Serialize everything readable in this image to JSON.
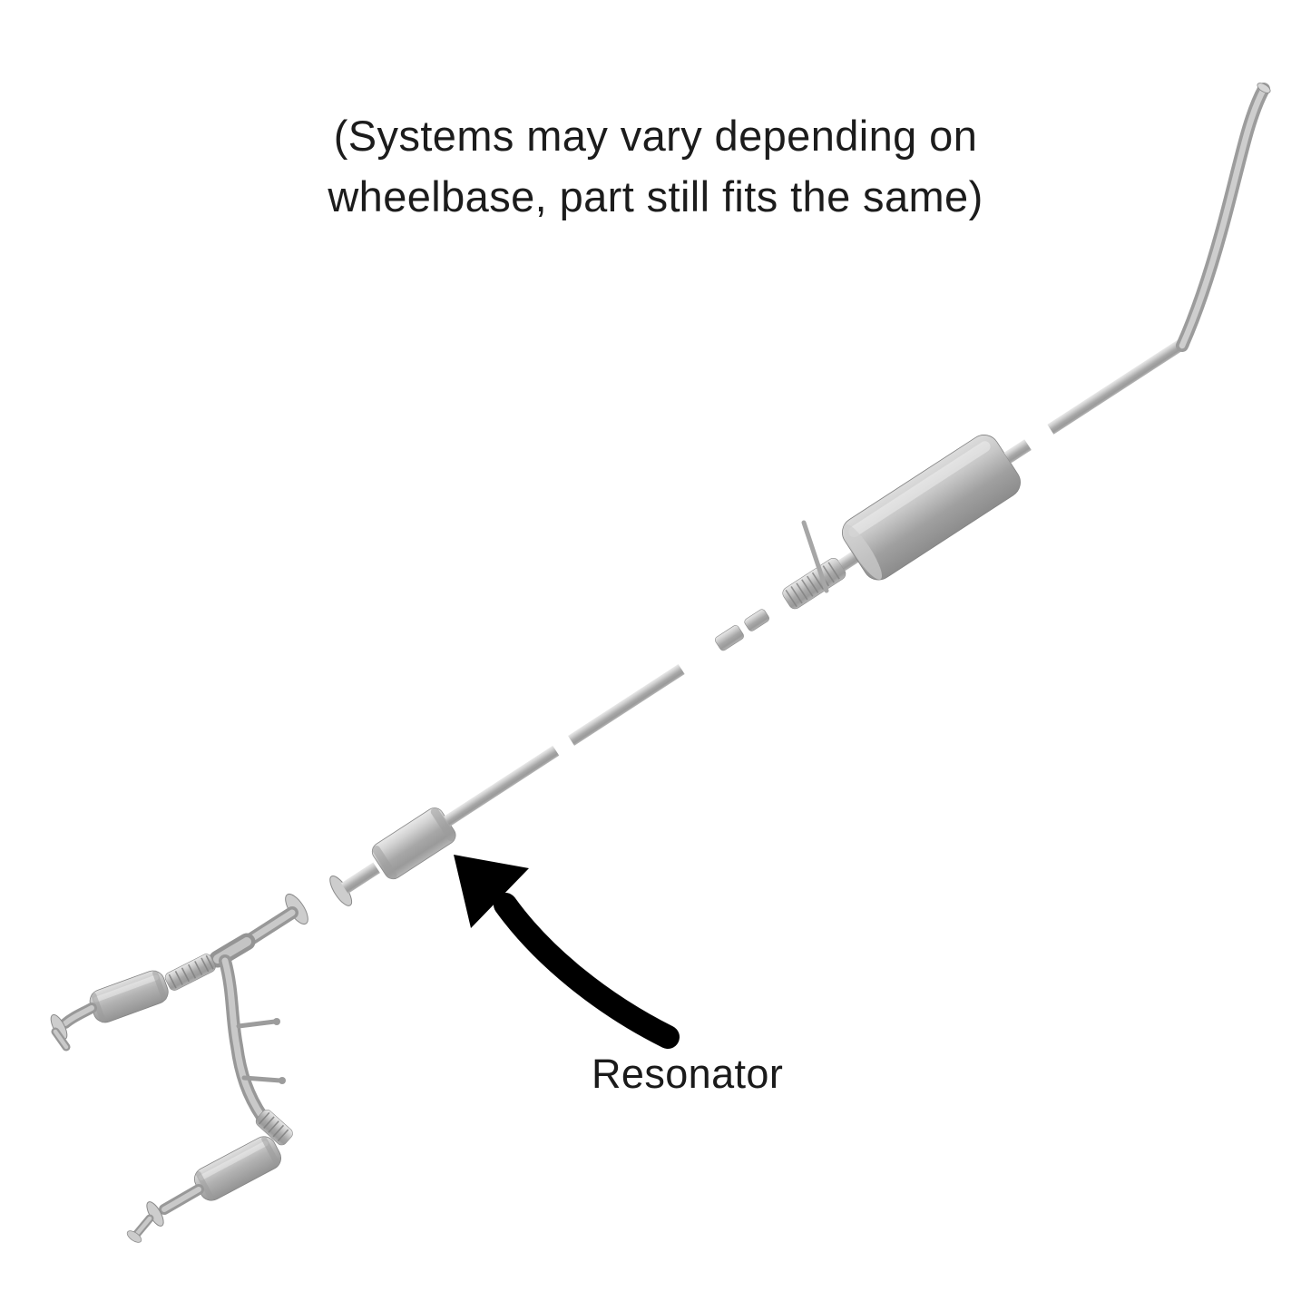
{
  "page": {
    "background": "#ffffff"
  },
  "note": {
    "line1": "(Systems may vary depending on",
    "line2": "wheelbase, part still fits the same)"
  },
  "annotation": {
    "resonator_label": "Resonator"
  },
  "diagram": {
    "subject": "exploded-exhaust-system",
    "parts": [
      "front-pipe-assembly",
      "catalytic-converter-left",
      "catalytic-converter-rear",
      "inlet-flange",
      "resonator",
      "intermediate-pipe-1",
      "intermediate-pipe-2",
      "pipe-couplers",
      "flex-coupling",
      "muffler",
      "extension-pipe",
      "tailpipe"
    ],
    "colors": {
      "metal_light": "#e9e9e9",
      "metal_mid": "#b5b5b5",
      "metal_dark": "#8a8a8a",
      "arrow": "#000000",
      "text": "#1c1c1c"
    }
  }
}
